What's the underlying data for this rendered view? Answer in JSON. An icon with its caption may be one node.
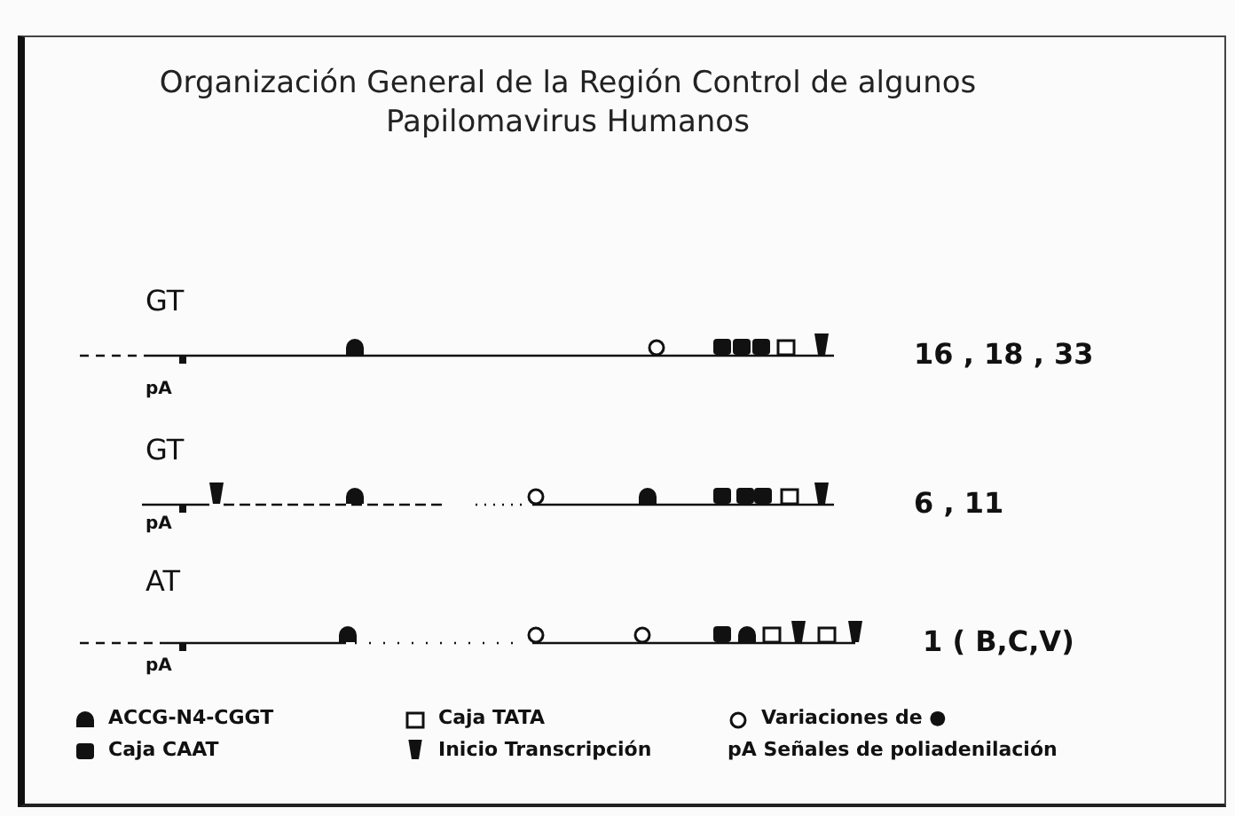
{
  "diagram": {
    "title": "Organización General de la Región Control de algunos Papilomavirus Humanos",
    "labels": [
      "GT",
      "pA",
      "16 , 18 , 33",
      "GT",
      "pA",
      "6 , 11",
      "AT",
      "pA",
      "1 ( B,C,V)"
    ],
    "legend": [
      {
        "text": "ACCG-N4-CGGT"
      },
      {
        "text": "Caja TATA"
      },
      {
        "text": "Variaciones de ●"
      },
      {
        "text": "Caja CAAT"
      },
      {
        "text": "Inicio Transcripción"
      },
      {
        "text": "**pA** Señales de poliadenilación"
      }
    ]
  }
}
